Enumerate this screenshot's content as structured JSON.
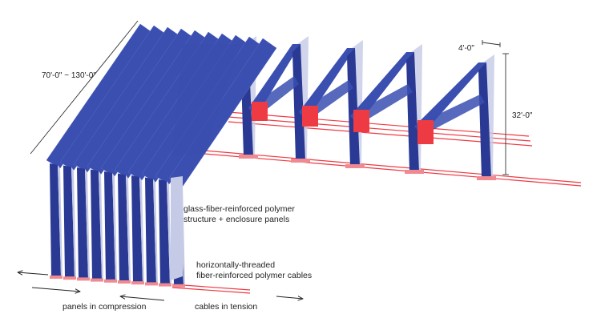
{
  "dimensions": {
    "span": "70'-0\" ~ 130'-0\"",
    "width": "4'-0\"",
    "height": "32'-0\""
  },
  "labels": {
    "material_line1": "glass-fiber-reinforced polymer",
    "material_line2": "structure + enclosure panels",
    "cables_line1": "horizontally-threaded",
    "cables_line2": "fiber-reinforced polymer cables",
    "compression": "panels in compression",
    "tension": "cables in tension"
  },
  "colors": {
    "panel_blue": "#3a4fb0",
    "panel_dark": "#2a3a94",
    "panel_light": "#c5cbe6",
    "cable_red": "#ee3a43",
    "base_pink": "#f08a90"
  }
}
